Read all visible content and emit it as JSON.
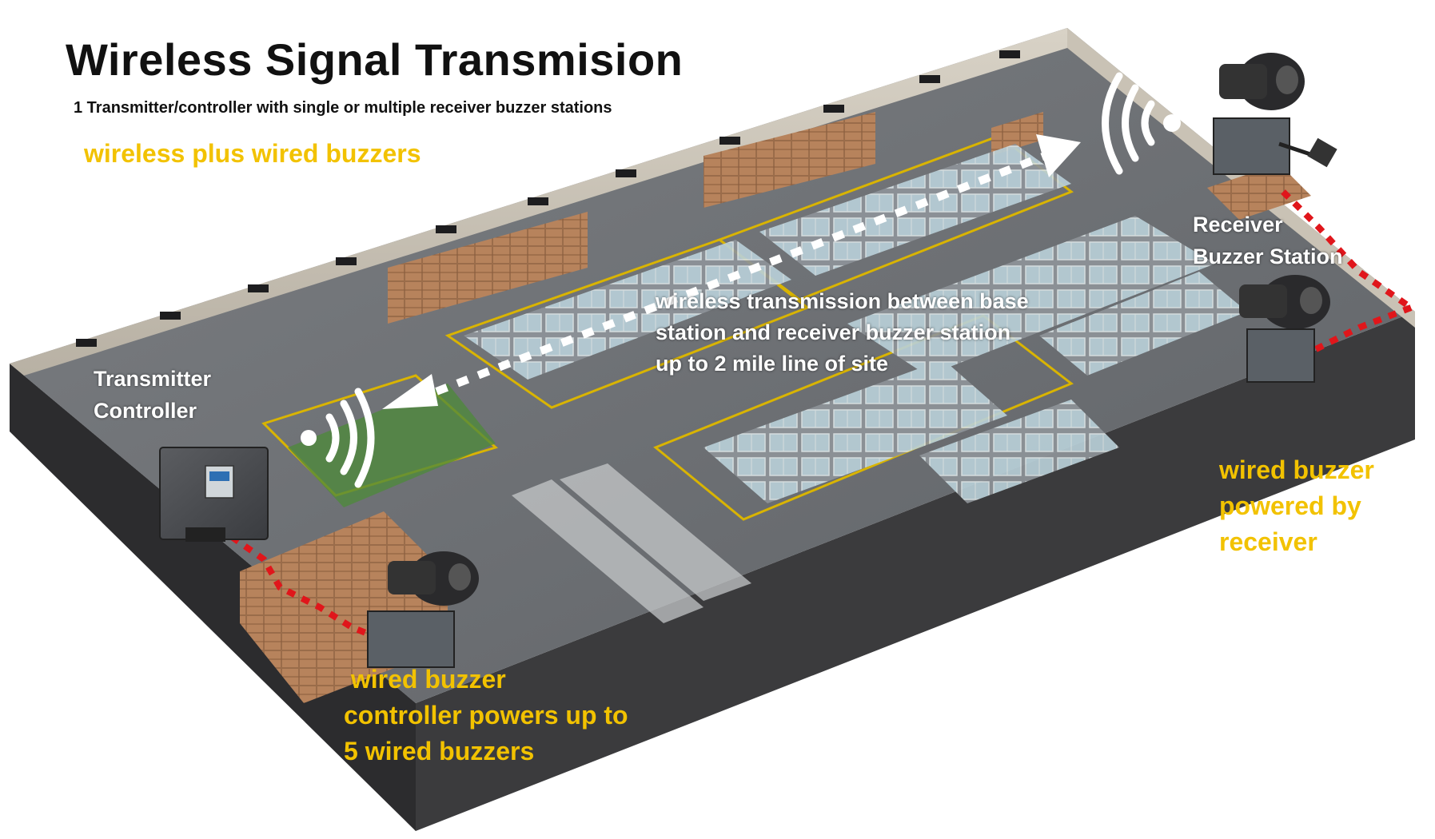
{
  "title": "Wireless Signal Transmision",
  "subtitle": "1 Transmitter/controller  with single or multiple receiver buzzer stations",
  "labels": {
    "wireless_plus_wired": "wireless plus wired buzzers",
    "transmitter_line1": "Transmitter",
    "transmitter_line2": "Controller",
    "receiver_line1": "Receiver",
    "receiver_line2": "Buzzer Station",
    "transmission_line1": "wireless transmission between base",
    "transmission_line2": "station and receiver buzzer station",
    "transmission_line3": "up to 2 mile line of site",
    "wired_right_line1": "wired buzzer",
    "wired_right_line2": "powered by",
    "wired_right_line3": "receiver",
    "wired_left_line1": " wired buzzer",
    "wired_left_line2": "controller powers up to",
    "wired_left_line3": "5 wired buzzers"
  },
  "icons": {
    "transmitter": "transmitter-controller-box-icon",
    "receiver": "receiver-box-icon",
    "buzzer": "horn-buzzer-icon",
    "signal": "wireless-signal-waves-icon"
  },
  "colors": {
    "accent_yellow": "#f2c200",
    "wire_red": "#e0161b",
    "floor": "#6f7276",
    "wall": "#3b3b3d",
    "signal_white": "#ffffff"
  }
}
